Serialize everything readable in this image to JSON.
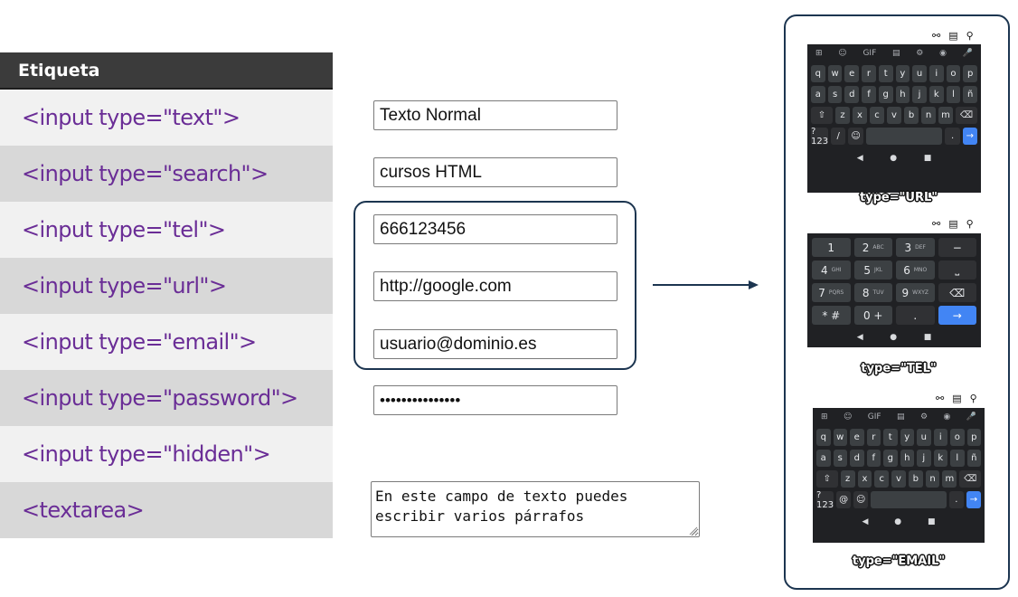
{
  "table": {
    "header": "Etiqueta",
    "rows": [
      "<input type=\"text\">",
      "<input type=\"search\">",
      "<input type=\"tel\">",
      "<input type=\"url\">",
      "<input type=\"email\">",
      "<input type=\"password\">",
      "<input type=\"hidden\">",
      "<textarea>"
    ]
  },
  "fields": {
    "text": "Texto Normal",
    "search": "cursos HTML",
    "tel": "666123456",
    "url": "http://google.com",
    "email": "usuario@dominio.es",
    "password": "•••••••••••••••",
    "textarea": "En este campo de texto puedes\nescribir varios párrafos"
  },
  "keyboards": {
    "url": {
      "caption": "type=\"URL\"",
      "rows": [
        [
          "q",
          "w",
          "e",
          "r",
          "t",
          "y",
          "u",
          "i",
          "o",
          "p"
        ],
        [
          "a",
          "s",
          "d",
          "f",
          "g",
          "h",
          "j",
          "k",
          "l",
          "ñ"
        ],
        [
          "⇧",
          "z",
          "x",
          "c",
          "v",
          "b",
          "n",
          "m",
          "⌫"
        ],
        [
          "?123",
          "/",
          "☺",
          "",
          ".",
          "→"
        ]
      ]
    },
    "tel": {
      "caption": "type=\"TEL\"",
      "rows": [
        [
          [
            "1",
            ""
          ],
          [
            "2",
            "ABC"
          ],
          [
            "3",
            "DEF"
          ],
          [
            "−",
            ""
          ]
        ],
        [
          [
            "4",
            "GHI"
          ],
          [
            "5",
            "JKL"
          ],
          [
            "6",
            "MNO"
          ],
          [
            "⎵",
            ""
          ]
        ],
        [
          [
            "7",
            "PQRS"
          ],
          [
            "8",
            "TUV"
          ],
          [
            "9",
            "WXYZ"
          ],
          [
            "⌫",
            ""
          ]
        ],
        [
          [
            "* #",
            ""
          ],
          [
            "0 +",
            ""
          ],
          [
            ".",
            ""
          ],
          [
            "→",
            ""
          ]
        ]
      ]
    },
    "email": {
      "caption": "type=\"EMAIL\"",
      "rows": [
        [
          "q",
          "w",
          "e",
          "r",
          "t",
          "y",
          "u",
          "i",
          "o",
          "p"
        ],
        [
          "a",
          "s",
          "d",
          "f",
          "g",
          "h",
          "j",
          "k",
          "l",
          "ñ"
        ],
        [
          "⇧",
          "z",
          "x",
          "c",
          "v",
          "b",
          "n",
          "m",
          "⌫"
        ],
        [
          "?123",
          "@",
          "☺",
          "",
          ".",
          "→"
        ]
      ]
    },
    "toolbar": [
      "⊞",
      "☺",
      "GIF",
      "▤",
      "⚙",
      "◉",
      "🎤"
    ],
    "nav": [
      "◀",
      "●",
      "■"
    ],
    "status_icons": [
      "⚯",
      "▤",
      "⚲"
    ]
  },
  "colors": {
    "tag_text": "#6a2d96",
    "header_bg": "#3b3b3b",
    "frame": "#1c3550",
    "key_accent": "#4285f4",
    "keyboard_bg": "#202124"
  }
}
